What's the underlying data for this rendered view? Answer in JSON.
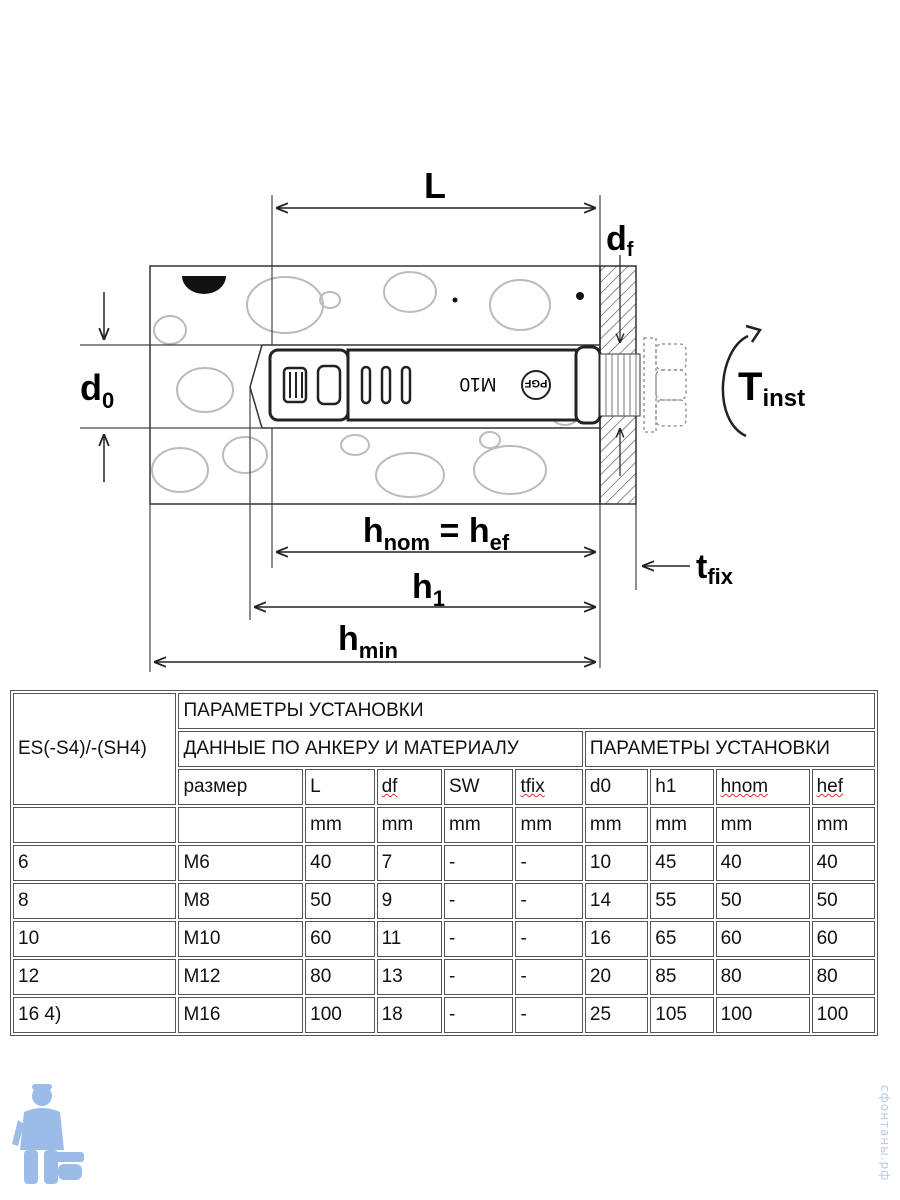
{
  "diagram": {
    "label_L": "L",
    "label_df_main": "d",
    "label_df_sub": "f",
    "label_d0_main": "d",
    "label_d0_sub": "0",
    "label_tinst_main": "T",
    "label_tinst_sub": "inst",
    "label_hnom_main": "h",
    "label_hnom_sub": "nom",
    "label_equals": " = ",
    "label_hef_main": "h",
    "label_hef_sub": "ef",
    "label_h1_main": "h",
    "label_h1_sub": "1",
    "label_hmin_main": "h",
    "label_hmin_sub": "min",
    "label_tfix_main": "t",
    "label_tfix_sub": "fix",
    "anchor_marking": "M10",
    "logo_text": "PGF"
  },
  "table": {
    "header_group": "ПАРАМЕТРЫ УСТАНОВКИ",
    "row_label": "ES(-S4)/-(SH4)",
    "subgroup_anchor": "ДАННЫЕ ПО АНКЕРУ И МАТЕРИАЛУ",
    "subgroup_install": "ПАРАМЕТРЫ УСТАНОВКИ",
    "columns": [
      "размер",
      "L",
      "df",
      "SW",
      "tfix",
      "d0",
      "h1",
      "hnom",
      "hef"
    ],
    "units": [
      "",
      "mm",
      "mm",
      "mm",
      "mm",
      "mm",
      "mm",
      "mm",
      "mm"
    ],
    "rows": [
      [
        "6",
        "M6",
        "40",
        "7",
        "-",
        "-",
        "10",
        "45",
        "40",
        "40"
      ],
      [
        "8",
        "M8",
        "50",
        "9",
        "-",
        "-",
        "14",
        "55",
        "50",
        "50"
      ],
      [
        "10",
        "M10",
        "60",
        "11",
        "-",
        "-",
        "16",
        "65",
        "60",
        "60"
      ],
      [
        "12",
        "M12",
        "80",
        "13",
        "-",
        "-",
        "20",
        "85",
        "80",
        "80"
      ],
      [
        "16 4)",
        "M16",
        "100",
        "18",
        "-",
        "-",
        "25",
        "105",
        "100",
        "100"
      ]
    ]
  },
  "watermark": "сфонтаны.рф",
  "colors": {
    "line": "#222222",
    "mascot": "#9cbce8",
    "squiggle": "#e03030"
  }
}
